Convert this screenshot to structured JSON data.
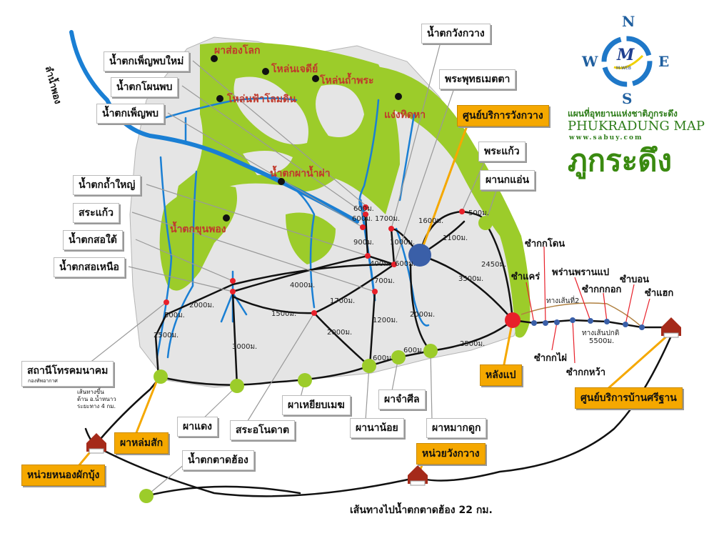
{
  "title": {
    "thai": "แผนที่อุทยานแห่งชาติภูกระดึง",
    "english": "PHUKRADUNG MAP",
    "website": "www.sabuy.com",
    "logo_text": "ภูกระดึง",
    "compass": {
      "n": "N",
      "s": "S",
      "e": "E",
      "w": "W",
      "brand": "M",
      "brand_sub": "M-WEB"
    }
  },
  "colors": {
    "forest": "#9ccc2a",
    "plateau": "#e5e5e5",
    "river": "#1a7fd4",
    "trail": "#111111",
    "poi": "#e8202a",
    "center": "#3a5fa8",
    "label_orange": "#f5a800",
    "title_green": "#2e7d1a"
  },
  "river_label": "ลำน้ำพอง",
  "callouts": [
    "น้ำตกเพ็ญพบใหม่",
    "น้ำตกโผนพบ",
    "น้ำตกเพ็ญพบ",
    "น้ำตกถ้ำใหญ่",
    "สระแก้ว",
    "น้ำตกสอใต้",
    "น้ำตกสอเหนือ",
    "น้ำตกวังกวาง",
    "พระพุทธเมตตา",
    "พระแก้ว",
    "ผานกแอ่น",
    "สถานีโทรคมนาคม",
    "ผาแดง",
    "สระอโนดาต",
    "ผาเหยียบเมฆ",
    "ผานาน้อย",
    "ผาจำศีล",
    "ผาหมากดูก",
    "น้ำตกตาดฮ้อง"
  ],
  "callout_sub": "กองทัพอากาศ",
  "facilities": [
    "ศูนย์บริการวังกวาง",
    "หลังแป",
    "ศูนย์บริการบ้านศรีฐาน",
    "ผาหล่มสัก",
    "หน่วยหนองผักบุ้ง",
    "หน่วยวังกวาง"
  ],
  "map_places": [
    "ผาส่องโลก",
    "โหล่นเจดีย์",
    "โหล่นถ้ำพระ",
    "โหล่นฟ้าโลมดิน",
    "แง่งทิดหา",
    "น้ำตกผาน้ำผ่า",
    "น้ำตกขุนพอง"
  ],
  "trail_stops": [
    "ซำกกโดน",
    "ซำแคร่",
    "พร่านพรานแป",
    "ซำกกกอก",
    "ซำบอน",
    "ซำแฮก",
    "ซำกกไผ่",
    "ซำกกหว้า"
  ],
  "route_labels": {
    "route2": "ทางเส้นที่2",
    "normal": "ทางเส้นปกติ",
    "normal_dist": "5500ม.",
    "tad_hong": "เส้นทางไปน้ำตกตาดฮ้อง 22 กม.",
    "nam_nao": [
      "เส้นทางขึ้น",
      "ด้าน อ.น้ำหนาว",
      "ระยะทาง 4 กม."
    ]
  },
  "distances": [
    "600ม.",
    "600ม.",
    "1700ม.",
    "900ม.",
    "1000ม.",
    "400ม.",
    "600ม.",
    "700ม.",
    "1600ม.",
    "1100ม.",
    "500ม.",
    "2450ม.",
    "3500ม.",
    "1200ม.",
    "2000ม.",
    "2500ม.",
    "600ม.",
    "600ม.",
    "4000ม.",
    "1700ม.",
    "1500ม.",
    "2000ม.",
    "2000ม.",
    "500ม.",
    "2500ม.",
    "3000ม."
  ]
}
